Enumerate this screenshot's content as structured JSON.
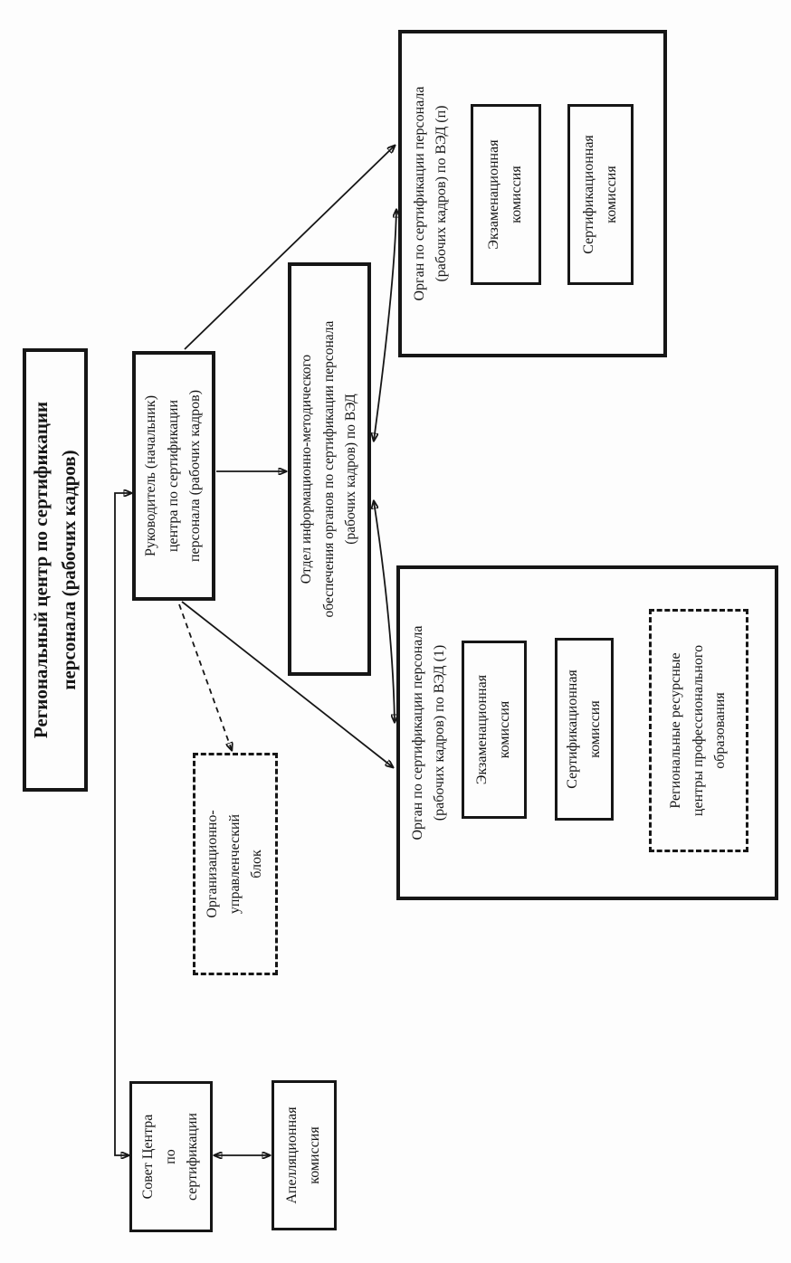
{
  "diagram": {
    "title": "Региональный центр по сертификации\nперсонала (рабочих кадров)",
    "nodes": {
      "head": "Руководитель (начальник)\nцентра по сертификации\nперсонала (рабочих кадров)",
      "info_dept": "Отдел информационно-методического\nобеспечения органов по сертификации персонала\n(рабочих кадров) по ВЭД",
      "organ_n": "Орган по сертификации персонала\n(рабочих кадров) по ВЭД (п)",
      "organ_1": "Орган по сертификации персонала\n(рабочих кадров) по ВЭД (1)",
      "exam_commission_n": "Экзаменационная\nкомиссия",
      "cert_commission_n": "Сертификационная\nкомиссия",
      "exam_commission_1": "Экзаменационная\nкомиссия",
      "cert_commission_1": "Сертификационная\nкомиссия",
      "resource_centers": "Региональные ресурсные\nцентры профессионального\nобразования",
      "org_management_block": "Организационно-\nуправленческий\nблок",
      "council": "Совет Центра\nпо\nсертификации",
      "appeal_commission": "Апелляционная\nкомиссия"
    },
    "colors": {
      "ink": "#161616",
      "background": "#fdfdfd"
    }
  }
}
